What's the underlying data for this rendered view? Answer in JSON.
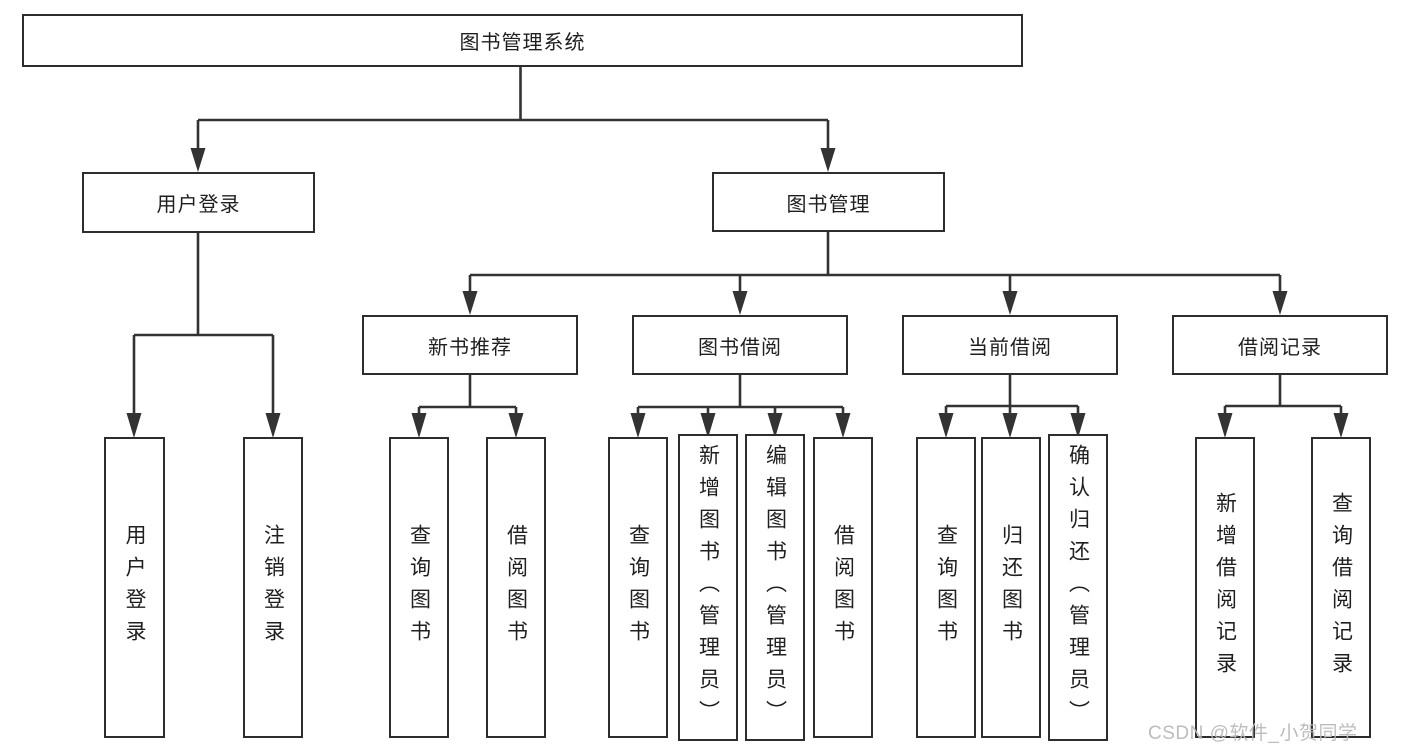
{
  "tree": {
    "label": "图书管理系统",
    "children": [
      {
        "label": "用户登录",
        "children": [
          {
            "label": "用户登录"
          },
          {
            "label": "注销登录"
          }
        ]
      },
      {
        "label": "图书管理",
        "children": [
          {
            "label": "新书推荐",
            "children": [
              {
                "label": "查询图书"
              },
              {
                "label": "借阅图书"
              }
            ]
          },
          {
            "label": "图书借阅",
            "children": [
              {
                "label": "查询图书"
              },
              {
                "label": "新增图书（管理员）"
              },
              {
                "label": "编辑图书（管理员）"
              },
              {
                "label": "借阅图书"
              }
            ]
          },
          {
            "label": "当前借阅",
            "children": [
              {
                "label": "查询图书"
              },
              {
                "label": "归还图书"
              },
              {
                "label": "确认归还（管理员）"
              }
            ]
          },
          {
            "label": "借阅记录",
            "children": [
              {
                "label": "新增借阅记录"
              },
              {
                "label": "查询借阅记录"
              }
            ]
          }
        ]
      }
    ]
  },
  "watermark": {
    "text": "CSDN @软件_小贺同学"
  },
  "colors": {
    "line": "#333333",
    "box_border": "#2d2d2d",
    "text": "#1f1f1f",
    "watermark": "#b9b9b9",
    "background": "#ffffff"
  }
}
